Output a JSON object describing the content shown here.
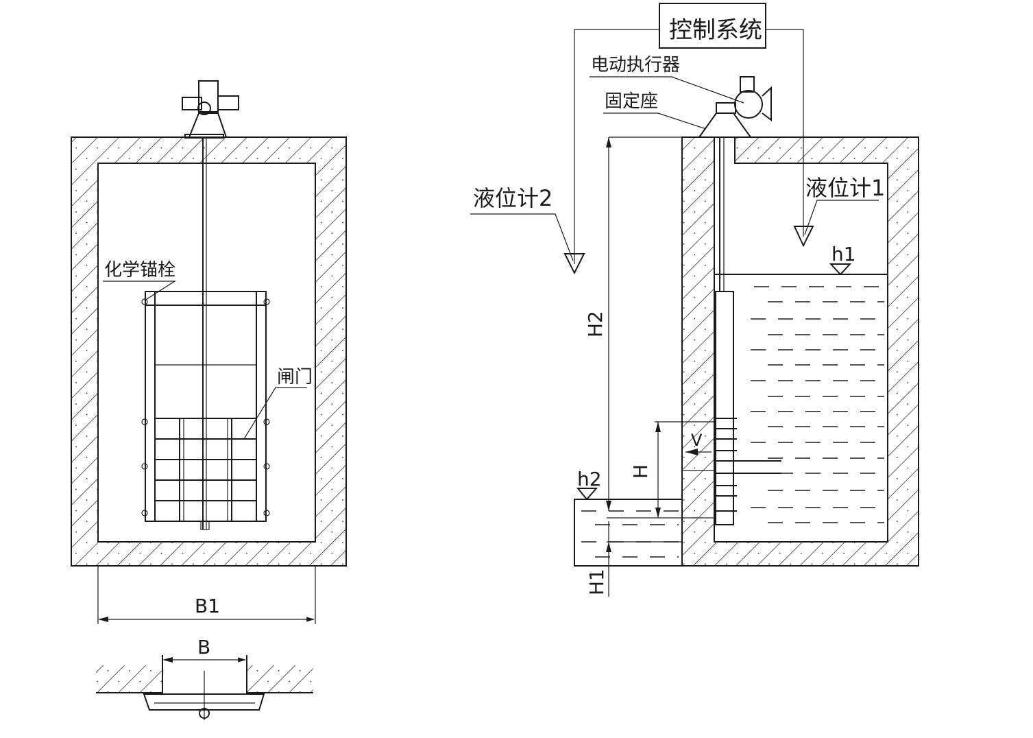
{
  "title": "Electric gate control schematic",
  "labels": {
    "control_system": "控制系统",
    "electric_actuator": "电动执行器",
    "fixed_seat": "固定座",
    "level_gauge_2": "液位计2",
    "level_gauge_1": "液位计1",
    "chemical_anchor": "化学锚栓",
    "gate": "闸门",
    "h1": "h1",
    "h2": "h2",
    "H2": "H2",
    "H": "H",
    "V": "V",
    "H1": "H1",
    "B1": "B1",
    "B": "B"
  }
}
